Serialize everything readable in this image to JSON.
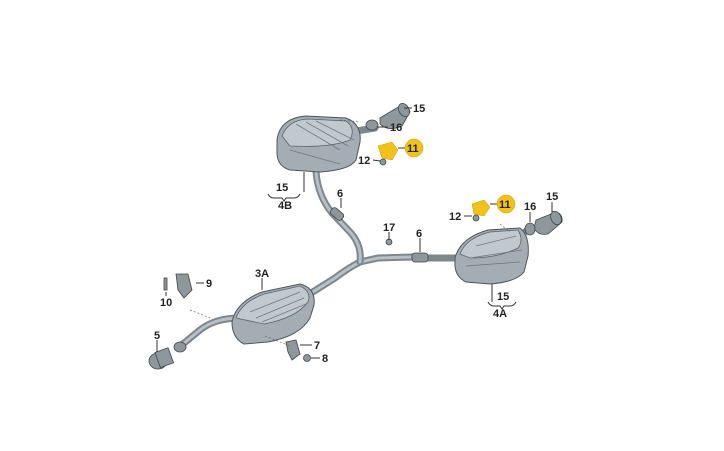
{
  "diagram": {
    "title": "Exhaust system parts diagram",
    "highlight_color": "#f2c21a",
    "labels": {
      "tail_pipe_top": "15",
      "clamp_top": "16",
      "bracket_top_highlight": "11",
      "nut_top": "12",
      "group_top_15": "15",
      "group_top_id": "4B",
      "sleeve_left": "6",
      "nut_center": "17",
      "sleeve_right": "6",
      "bracket_right_highlight": "11",
      "nut_right": "12",
      "clamp_right": "16",
      "tail_pipe_right": "15",
      "group_right_15": "15",
      "group_right_id": "4A",
      "middle_muffler": "3A",
      "hanger_left": "9",
      "bolt_left": "10",
      "clamp_front": "5",
      "hanger_bottom": "7",
      "nut_bottom": "8"
    }
  }
}
